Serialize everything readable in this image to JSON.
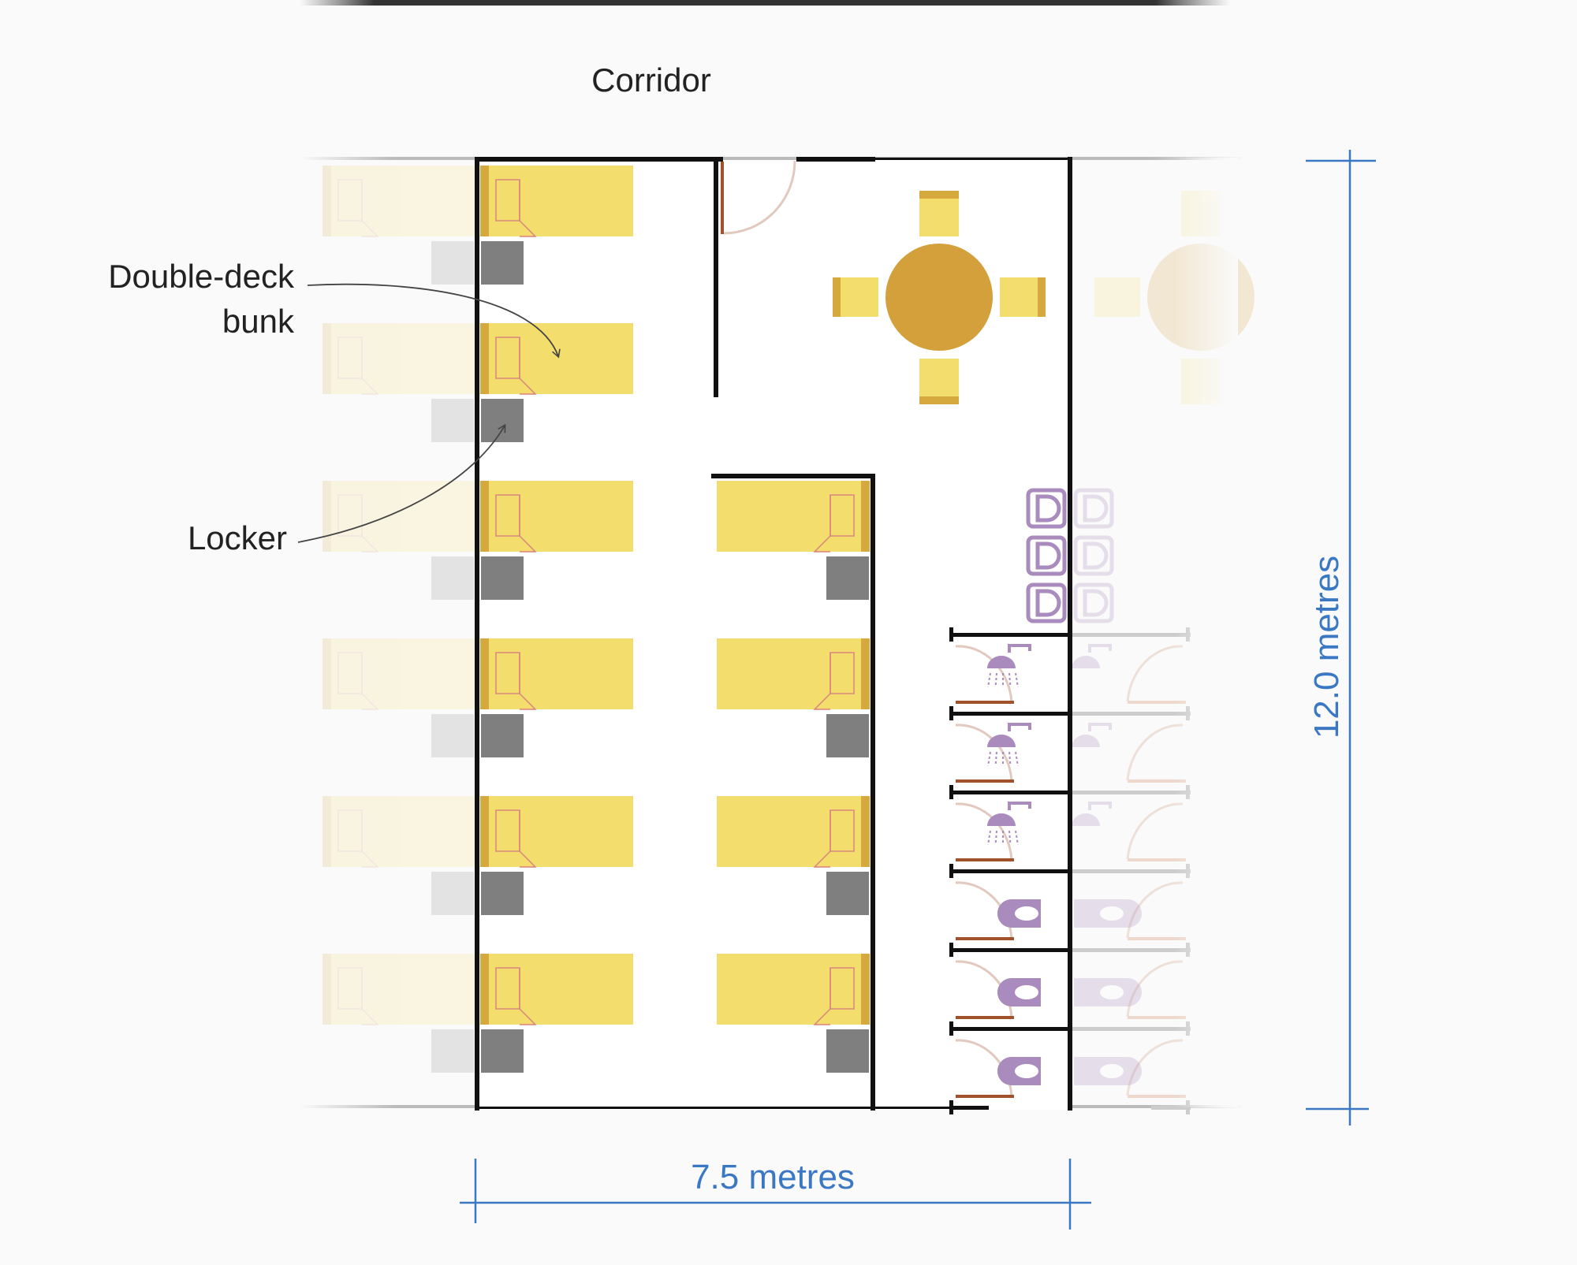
{
  "labels": {
    "corridor": "Corridor",
    "bunk_line1": "Double-deck",
    "bunk_line2": "bunk",
    "locker": "Locker",
    "width": "7.5 metres",
    "height": "12.0 metres"
  },
  "colors": {
    "bed": "#f3dd6d",
    "bed_head": "#d6a93e",
    "locker": "#7f7f7f",
    "wall": "#111111",
    "table": "#d4a03c",
    "fixture": "#a98bbd",
    "door": "#a0522d",
    "dimension": "#3b78c4",
    "pillow": "#d98080"
  },
  "icons": {
    "shower": "shower-icon",
    "toilet": "toilet-icon",
    "sink": "sink-icon",
    "table": "round-table"
  }
}
